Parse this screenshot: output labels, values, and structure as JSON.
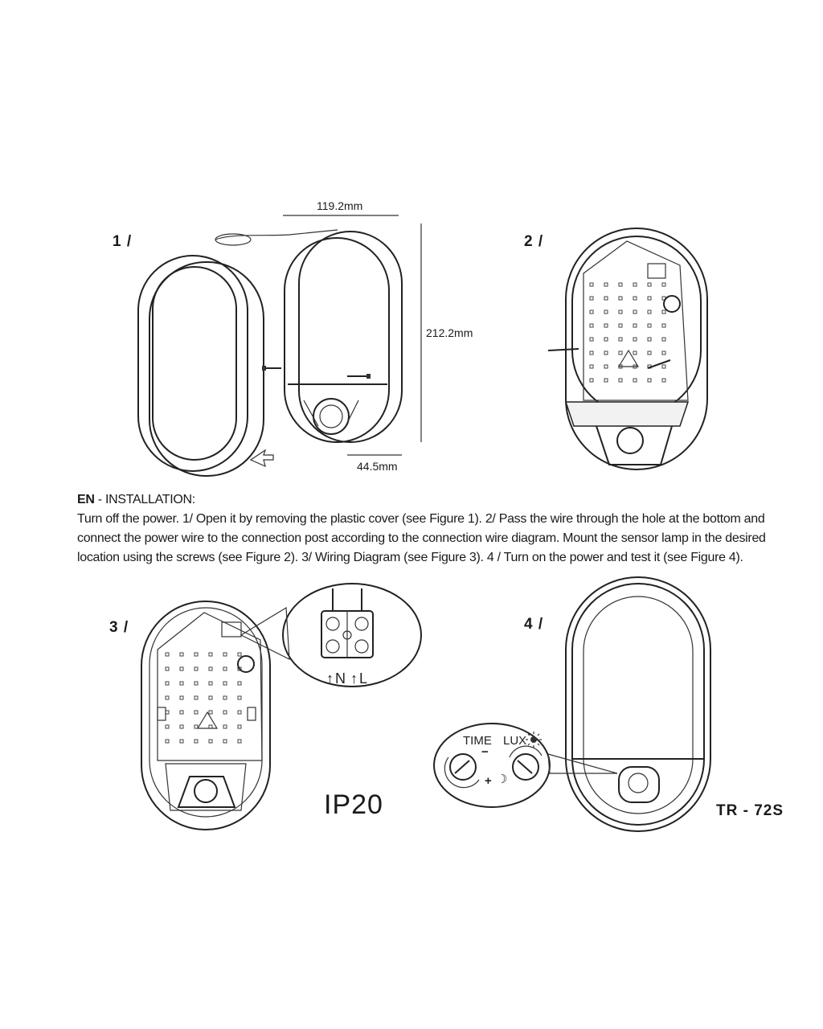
{
  "figures": {
    "fig1_label": "1 /",
    "fig2_label": "2 /",
    "fig3_label": "3 /",
    "fig4_label": "4 /"
  },
  "dimensions": {
    "width": "119.2mm",
    "height": "212.2mm",
    "depth": "44.5mm"
  },
  "instructions": {
    "lang": "EN",
    "heading": " - INSTALLATION:",
    "body": "Turn off the power. 1/ Open it by removing the plastic cover (see Figure 1). 2/ Pass the wire through the hole at the bottom and connect the power wire to the connection post according to the connection wire diagram. Mount the sensor lamp in the desired location using the screws (see Figure 2).  3/ Wiring Diagram (see Figure 3).  4 / Turn on the power and test it (see Figure 4)."
  },
  "wiring": {
    "neutral": "N",
    "live": "L"
  },
  "controls": {
    "time": "TIME",
    "lux": "LUX",
    "minus": "−",
    "plus": "+"
  },
  "rating": "IP20",
  "model": "TR - 72S",
  "colors": {
    "ink": "#222222",
    "background": "#ffffff"
  }
}
